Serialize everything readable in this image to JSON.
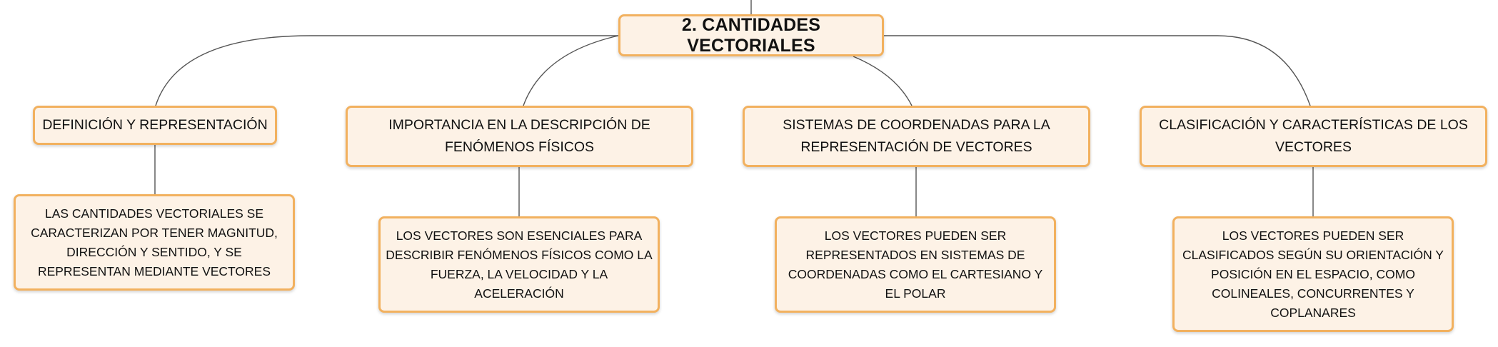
{
  "root": {
    "label": "2. CANTIDADES VECTORIALES"
  },
  "branches": [
    {
      "title": "DEFINICIÓN Y REPRESENTACIÓN",
      "detail": "LAS CANTIDADES VECTORIALES SE CARACTERIZAN POR TENER MAGNITUD, DIRECCIÓN Y SENTIDO, Y SE REPRESENTAN MEDIANTE VECTORES"
    },
    {
      "title": "IMPORTANCIA EN LA DESCRIPCIÓN DE FENÓMENOS FÍSICOS",
      "detail": "LOS VECTORES SON ESENCIALES PARA DESCRIBIR FENÓMENOS FÍSICOS COMO LA FUERZA, LA VELOCIDAD Y LA ACELERACIÓN"
    },
    {
      "title": "SISTEMAS DE COORDENADAS PARA LA REPRESENTACIÓN DE VECTORES",
      "detail": "LOS VECTORES PUEDEN SER REPRESENTADOS EN SISTEMAS DE COORDENADAS COMO EL CARTESIANO Y EL POLAR"
    },
    {
      "title": "CLASIFICACIÓN Y CARACTERÍSTICAS DE LOS VECTORES",
      "detail": "LOS VECTORES PUEDEN SER CLASIFICADOS SEGÚN SU ORIENTACIÓN Y POSICIÓN EN EL ESPACIO, COMO COLINEALES, CONCURRENTES Y COPLANARES"
    }
  ],
  "colors": {
    "node_fill": "#fdf2e6",
    "node_border": "#f2b15f",
    "connector": "#555555",
    "text": "#111111"
  }
}
